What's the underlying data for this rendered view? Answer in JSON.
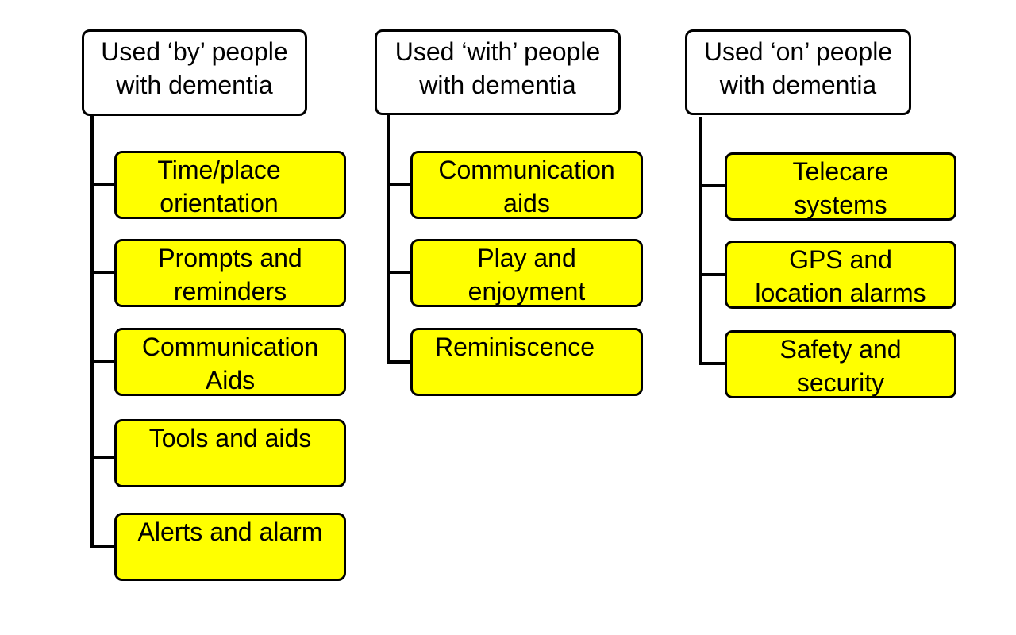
{
  "colors": {
    "header_fill": "#ffffff",
    "item_fill": "#ffff00",
    "stroke": "#000000"
  },
  "columns": [
    {
      "header": "Used ‘by’ people\nwith dementia",
      "items": [
        "Time/place\norientation",
        "Prompts and\nreminders",
        "Communication\nAids",
        "Tools and aids",
        "Alerts and alarm"
      ]
    },
    {
      "header": "Used ‘with’ people\nwith dementia",
      "items": [
        "Communication\naids",
        "Play and\nenjoyment",
        "Reminiscence"
      ]
    },
    {
      "header": "Used ‘on’ people\nwith dementia",
      "items": [
        "Telecare\nsystems",
        "GPS and\nlocation alarms",
        "Safety and\nsecurity"
      ]
    }
  ]
}
